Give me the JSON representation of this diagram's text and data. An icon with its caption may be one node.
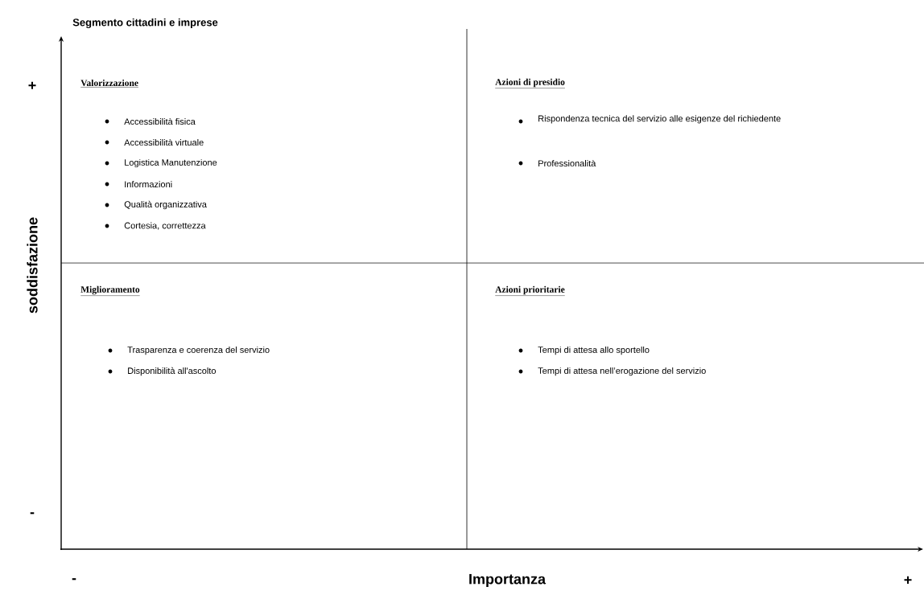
{
  "diagram": {
    "title": "Segmento cittadini e imprese",
    "labels": [
      "+",
      "Valorizzazione",
      "Accessibilità fisica",
      "Accessibilità virtuale",
      "Logistica Manutenzione",
      "Informazioni",
      "Qualità organizzativa",
      "Cortesia, correttezza",
      "Azioni di presidio",
      "Rispondenza tecnica del servizio alle esigenze del richiedente",
      "Professionalità",
      "soddisfazione",
      "Miglioramento",
      "Trasparenza e coerenza del servizio",
      "Disponibilità all'ascolto",
      "Azioni prioritarie",
      "Tempi di attesa allo sportello",
      "Tempi di attesa nell’erogazione del servizio",
      "-",
      "-",
      "Importanza",
      "+"
    ]
  }
}
